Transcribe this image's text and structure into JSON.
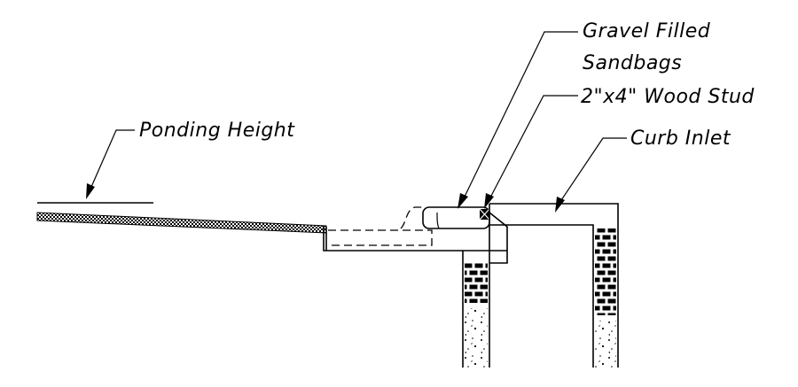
{
  "labels": {
    "gravel_line1": "Gravel Filled",
    "gravel_line2": "Sandbags",
    "wood_stud": "2\"x4\" Wood Stud",
    "curb_inlet": "Curb Inlet",
    "ponding": "Ponding Height"
  }
}
